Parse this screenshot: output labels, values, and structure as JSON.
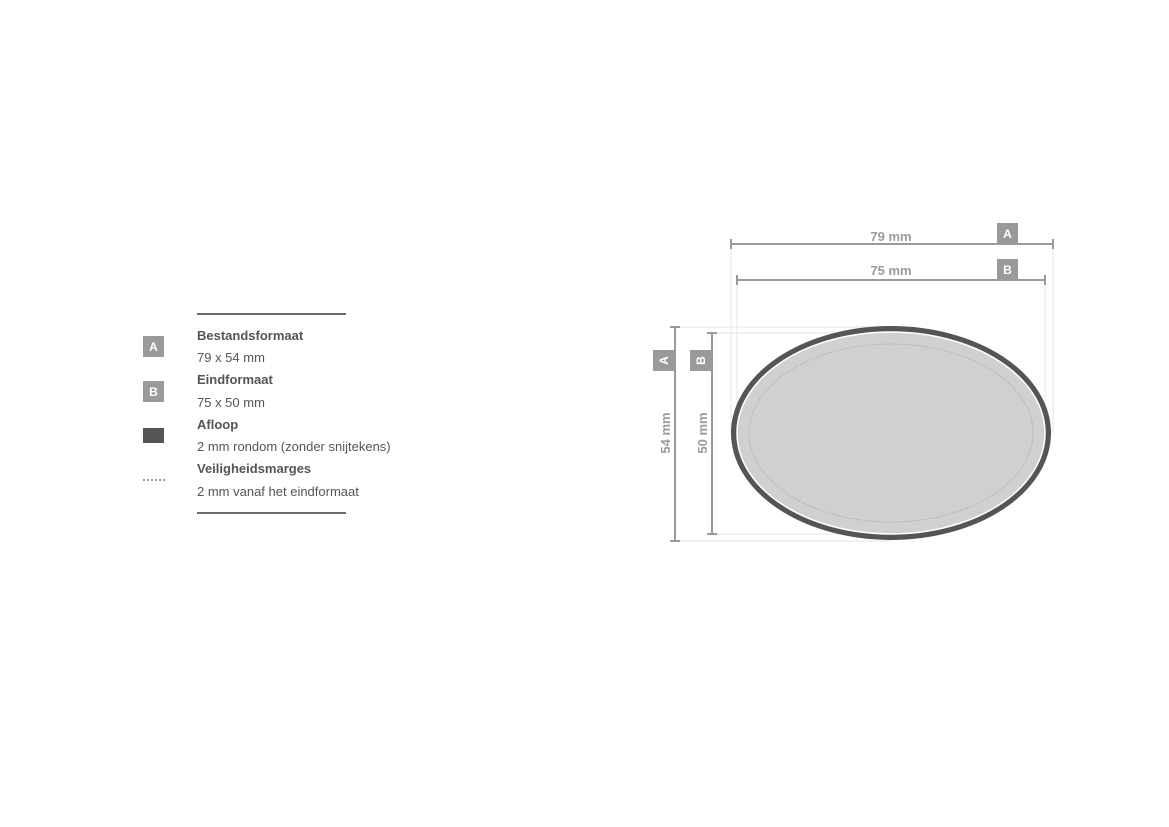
{
  "legend": {
    "items": [
      {
        "badge": "A",
        "title": "Bestandsformaat",
        "desc": "79 x 54 mm"
      },
      {
        "badge": "B",
        "title": "Eindformaat",
        "desc": "75 x 50 mm"
      },
      {
        "badge": "",
        "title": "Afloop",
        "desc": "2 mm rondom (zonder snijtekens)"
      },
      {
        "badge": "",
        "title": "Veiligheidsmarges",
        "desc": "2 mm vanaf het eindformaat"
      }
    ]
  },
  "diagram": {
    "width_a": "79 mm",
    "width_b": "75 mm",
    "height_a": "54 mm",
    "height_b": "50 mm",
    "badge_a": "A",
    "badge_b": "B",
    "colors": {
      "bleed": "#555555",
      "fill": "#d0d0d0",
      "dim": "#9a9a9a"
    }
  }
}
